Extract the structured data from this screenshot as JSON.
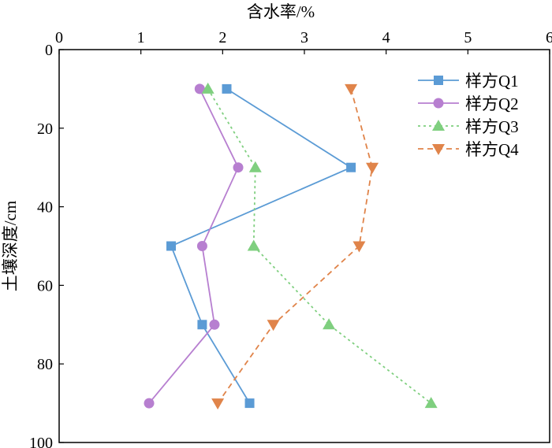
{
  "chart_data": {
    "type": "line",
    "title": "",
    "xlabel": "含水率/%",
    "ylabel": "土壤深度/cm",
    "xlim": [
      0,
      6
    ],
    "ylim": [
      0,
      100
    ],
    "x_axis_position": "top",
    "y_inverted": true,
    "xticks": [
      "0",
      "1",
      "2",
      "3",
      "4",
      "5",
      "6"
    ],
    "yticks": [
      "0",
      "20",
      "40",
      "60",
      "80",
      "100"
    ],
    "legend_position": "top-right",
    "depth": [
      10,
      30,
      50,
      70,
      90
    ],
    "series": [
      {
        "name": "样方Q1",
        "color": "#5b9bd5",
        "marker": "square",
        "dash": "solid",
        "values": [
          2.05,
          3.57,
          1.37,
          1.75,
          2.33
        ]
      },
      {
        "name": "样方Q2",
        "color": "#b77fd0",
        "marker": "circle",
        "dash": "solid",
        "values": [
          1.72,
          2.19,
          1.75,
          1.9,
          1.1
        ]
      },
      {
        "name": "样方Q3",
        "color": "#7fcf7f",
        "marker": "triangle-up",
        "dash": "dotted",
        "values": [
          1.82,
          2.4,
          2.38,
          3.3,
          4.55
        ]
      },
      {
        "name": "样方Q4",
        "color": "#e0844a",
        "marker": "triangle-down",
        "dash": "dashed",
        "values": [
          3.57,
          3.83,
          3.67,
          2.62,
          1.94
        ]
      }
    ]
  }
}
